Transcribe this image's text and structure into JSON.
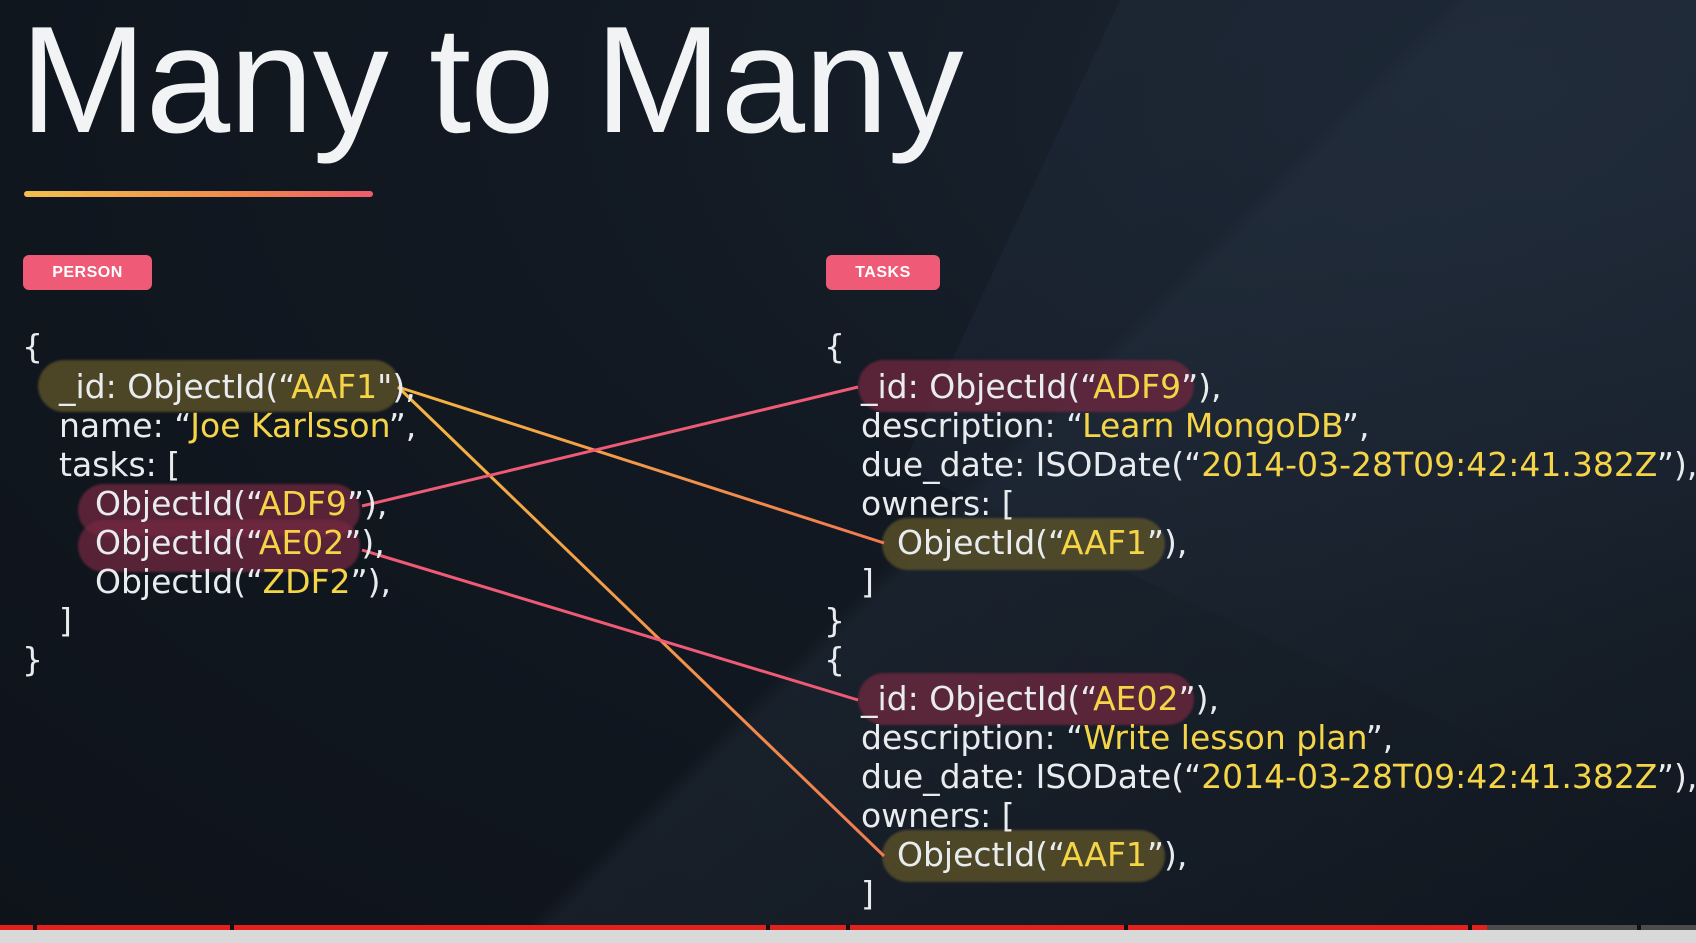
{
  "slide": {
    "title": "Many to Many",
    "colors": {
      "tag": "#ef5b76",
      "string": "#f5d547",
      "link_red": "#ef5b76",
      "link_orange": "#f5a442",
      "underline_start": "#f2c14e",
      "underline_end": "#ef5b6b"
    }
  },
  "person": {
    "tag": "PERSON",
    "open_brace": "{",
    "id_key": "_id: ObjectId(“",
    "id_val": "AAF1",
    "id_end": "\"),",
    "name_key": "name: “",
    "name_val": "Joe Karlsson",
    "name_end": "”,",
    "tasks_key": "tasks: [",
    "tasks": [
      {
        "pre": "ObjectId(“",
        "val": "ADF9",
        "post": "”),"
      },
      {
        "pre": "ObjectId(“",
        "val": "AE02",
        "post": "”),"
      },
      {
        "pre": "ObjectId(“",
        "val": "ZDF2",
        "post": "”),"
      }
    ],
    "tasks_close": "]",
    "close_brace": "}"
  },
  "tasks": {
    "tag": "TASKS",
    "docs": [
      {
        "open": "{",
        "id_key": "_id: ObjectId(“",
        "id_val": "ADF9",
        "id_end": "”),",
        "desc_key": "description: “",
        "desc_val": "Learn MongoDB",
        "desc_end": "”,",
        "due_key": "due_date: ISODate(“",
        "due_val": "2014-03-28T09:42:41.382Z",
        "due_end": "”),",
        "owners_key": "owners: [",
        "owner_pre": "ObjectId(“",
        "owner_val": "AAF1",
        "owner_post": "”),",
        "owners_close": "]",
        "close": "}"
      },
      {
        "open": "{",
        "id_key": "_id: ObjectId(“",
        "id_val": "AE02",
        "id_end": "”),",
        "desc_key": "description: “",
        "desc_val": "Write lesson plan",
        "desc_end": "”,",
        "due_key": "due_date: ISODate(“",
        "due_val": "2014-03-28T09:42:41.382Z",
        "due_end": "”),",
        "owners_key": "owners: [",
        "owner_pre": "ObjectId(“",
        "owner_val": "AAF1",
        "owner_post": "”),",
        "owners_close": "]",
        "close": "}"
      }
    ]
  },
  "video": {
    "progress": 0.877
  }
}
